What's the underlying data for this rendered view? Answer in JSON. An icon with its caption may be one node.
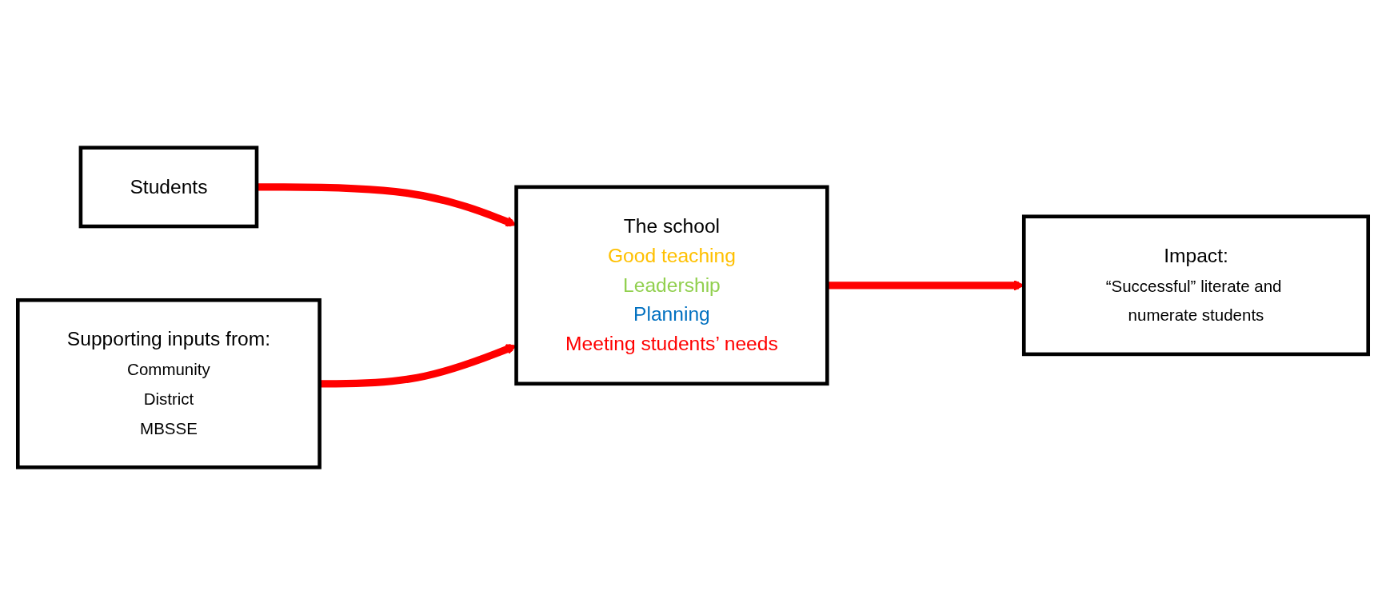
{
  "diagram": {
    "nodes": [
      {
        "text": [
          "Students"
        ]
      },
      {
        "text": [
          "Supporting inputs from:",
          "Community",
          "District",
          "MBSSE"
        ]
      },
      {
        "text": [
          "The school",
          "Good teaching",
          "Leadership",
          "Planning",
          "Meeting students’ needs"
        ]
      },
      {
        "text": [
          "Impact:",
          "“Successful” literate and numerate students"
        ]
      }
    ],
    "edges": [
      {
        "from": 0,
        "to": 2,
        "arrow": "to",
        "color": "#ff0000"
      },
      {
        "from": 1,
        "to": 2,
        "arrow": "to",
        "color": "#ff0000"
      },
      {
        "from": 2,
        "to": 3,
        "arrow": "to",
        "color": "#ff0000"
      }
    ]
  }
}
